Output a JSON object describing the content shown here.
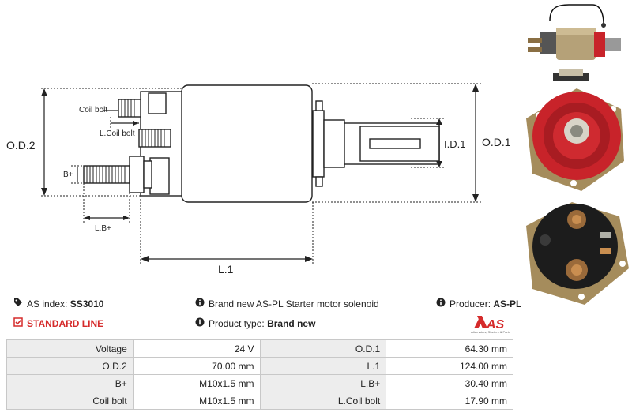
{
  "diagram": {
    "labels": {
      "od2": "O.D.2",
      "od1": "O.D.1",
      "id1": "I.D.1",
      "l1": "L.1",
      "lb": "L.B+",
      "b": "B+",
      "coil_bolt": "Coil bolt",
      "l_coil_bolt": "L.Coil bolt"
    }
  },
  "info": {
    "as_index_label": "AS index:",
    "as_index_value": "SS3010",
    "description": "Brand new AS-PL Starter motor solenoid",
    "producer_label": "Producer:",
    "producer_value": "AS-PL",
    "line": "STANDARD LINE",
    "product_type_label": "Product type:",
    "product_type_value": "Brand new",
    "logo_text": "AS",
    "logo_subtext": "Alternators, Starters & Parts"
  },
  "specs": [
    {
      "l1": "Voltage",
      "v1": "24 V",
      "l2": "O.D.1",
      "v2": "64.30 mm"
    },
    {
      "l1": "O.D.2",
      "v1": "70.00 mm",
      "l2": "L.1",
      "v2": "124.00 mm"
    },
    {
      "l1": "B+",
      "v1": "M10x1.5 mm",
      "l2": "L.B+",
      "v2": "30.40 mm"
    },
    {
      "l1": "Coil bolt",
      "v1": "M10x1.5 mm",
      "l2": "L.Coil bolt",
      "v2": "17.90 mm"
    }
  ],
  "icons": {
    "as_index": "tag-icon",
    "info": "info-circle-icon",
    "producer": "info-circle-icon",
    "line": "checkbox-icon"
  },
  "colors": {
    "accent_red": "#d52b2b",
    "table_label_bg": "#ededed",
    "table_border": "#c8c8c8"
  }
}
